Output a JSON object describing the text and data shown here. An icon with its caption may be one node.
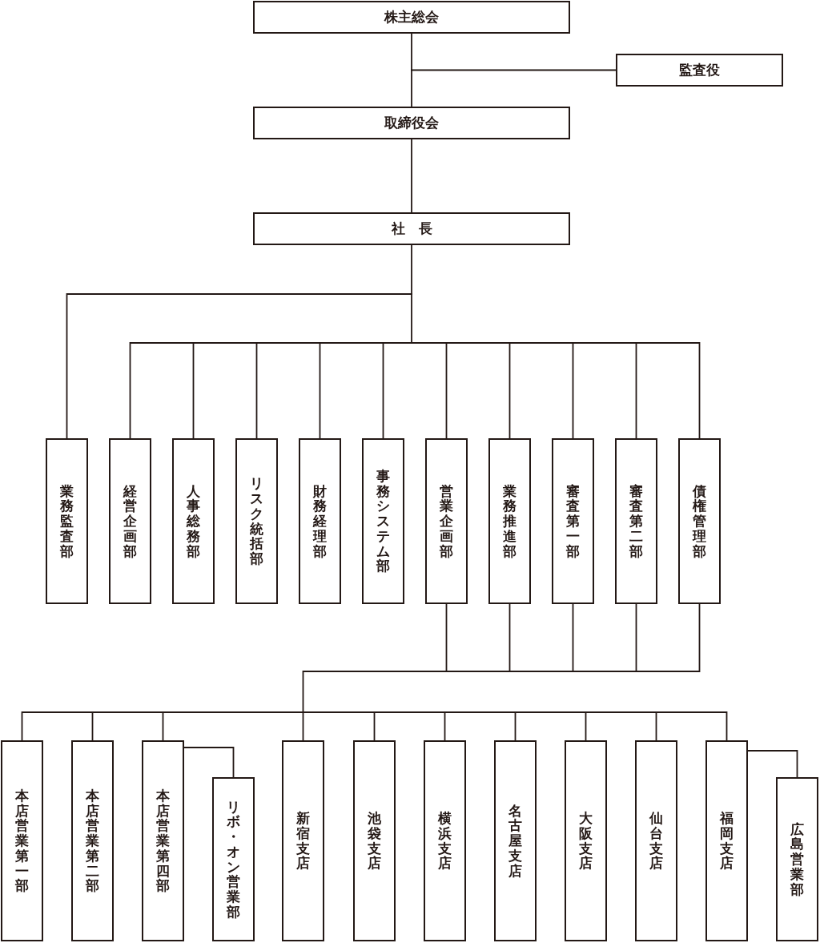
{
  "diagram": {
    "nodes": [
      {
        "text": [
          "株主総会"
        ]
      },
      {
        "text": [
          "監査役"
        ]
      },
      {
        "text": [
          "取締役会"
        ]
      },
      {
        "text": [
          "社　長"
        ]
      },
      {
        "text": [
          "業務監査部"
        ]
      },
      {
        "text": [
          "経営企画部"
        ]
      },
      {
        "text": [
          "人事総務部"
        ]
      },
      {
        "text": [
          "リスク統括部"
        ]
      },
      {
        "text": [
          "財務経理部"
        ]
      },
      {
        "text": [
          "事務システム部"
        ]
      },
      {
        "text": [
          "営業企画部"
        ]
      },
      {
        "text": [
          "業務推進部"
        ]
      },
      {
        "text": [
          "審査第一部"
        ]
      },
      {
        "text": [
          "審査第二部"
        ]
      },
      {
        "text": [
          "債権管理部"
        ]
      },
      {
        "text": [
          "本店営業第一部"
        ]
      },
      {
        "text": [
          "本店営業第二部"
        ]
      },
      {
        "text": [
          "本店営業第四部"
        ]
      },
      {
        "text": [
          "リボ・オン営業部"
        ]
      },
      {
        "text": [
          "新宿支店"
        ]
      },
      {
        "text": [
          "池袋支店"
        ]
      },
      {
        "text": [
          "横浜支店"
        ]
      },
      {
        "text": [
          "名古屋支店"
        ]
      },
      {
        "text": [
          "大阪支店"
        ]
      },
      {
        "text": [
          "仙台支店"
        ]
      },
      {
        "text": [
          "福岡支店"
        ]
      },
      {
        "text": [
          "広島営業部"
        ]
      }
    ],
    "edges": [
      {
        "from": 0,
        "to": 1,
        "arrow": "none"
      },
      {
        "from": 0,
        "to": 2,
        "arrow": "none"
      },
      {
        "from": 2,
        "to": 3,
        "arrow": "none"
      },
      {
        "from": 3,
        "to": 4,
        "arrow": "none"
      },
      {
        "from": 3,
        "to": 5,
        "arrow": "none"
      },
      {
        "from": 3,
        "to": 6,
        "arrow": "none"
      },
      {
        "from": 3,
        "to": 7,
        "arrow": "none"
      },
      {
        "from": 3,
        "to": 8,
        "arrow": "none"
      },
      {
        "from": 3,
        "to": 9,
        "arrow": "none"
      },
      {
        "from": 3,
        "to": 10,
        "arrow": "none"
      },
      {
        "from": 3,
        "to": 11,
        "arrow": "none"
      },
      {
        "from": 3,
        "to": 12,
        "arrow": "none"
      },
      {
        "from": 3,
        "to": 13,
        "arrow": "none"
      },
      {
        "from": 3,
        "to": 14,
        "arrow": "none"
      },
      {
        "from": 10,
        "to": 15,
        "arrow": "none"
      },
      {
        "from": 10,
        "to": 16,
        "arrow": "none"
      },
      {
        "from": 10,
        "to": 17,
        "arrow": "none"
      },
      {
        "from": 10,
        "to": 19,
        "arrow": "none"
      },
      {
        "from": 10,
        "to": 20,
        "arrow": "none"
      },
      {
        "from": 10,
        "to": 21,
        "arrow": "none"
      },
      {
        "from": 10,
        "to": 22,
        "arrow": "none"
      },
      {
        "from": 10,
        "to": 23,
        "arrow": "none"
      },
      {
        "from": 10,
        "to": 24,
        "arrow": "none"
      },
      {
        "from": 10,
        "to": 25,
        "arrow": "none"
      },
      {
        "from": 11,
        "to": 15,
        "arrow": "none"
      },
      {
        "from": 11,
        "to": 16,
        "arrow": "none"
      },
      {
        "from": 11,
        "to": 17,
        "arrow": "none"
      },
      {
        "from": 11,
        "to": 19,
        "arrow": "none"
      },
      {
        "from": 11,
        "to": 20,
        "arrow": "none"
      },
      {
        "from": 11,
        "to": 21,
        "arrow": "none"
      },
      {
        "from": 11,
        "to": 22,
        "arrow": "none"
      },
      {
        "from": 11,
        "to": 23,
        "arrow": "none"
      },
      {
        "from": 11,
        "to": 24,
        "arrow": "none"
      },
      {
        "from": 11,
        "to": 25,
        "arrow": "none"
      },
      {
        "from": 12,
        "to": 15,
        "arrow": "none"
      },
      {
        "from": 12,
        "to": 16,
        "arrow": "none"
      },
      {
        "from": 12,
        "to": 17,
        "arrow": "none"
      },
      {
        "from": 12,
        "to": 19,
        "arrow": "none"
      },
      {
        "from": 12,
        "to": 20,
        "arrow": "none"
      },
      {
        "from": 12,
        "to": 21,
        "arrow": "none"
      },
      {
        "from": 12,
        "to": 22,
        "arrow": "none"
      },
      {
        "from": 12,
        "to": 23,
        "arrow": "none"
      },
      {
        "from": 12,
        "to": 24,
        "arrow": "none"
      },
      {
        "from": 12,
        "to": 25,
        "arrow": "none"
      },
      {
        "from": 13,
        "to": 15,
        "arrow": "none"
      },
      {
        "from": 13,
        "to": 16,
        "arrow": "none"
      },
      {
        "from": 13,
        "to": 17,
        "arrow": "none"
      },
      {
        "from": 13,
        "to": 19,
        "arrow": "none"
      },
      {
        "from": 13,
        "to": 20,
        "arrow": "none"
      },
      {
        "from": 13,
        "to": 21,
        "arrow": "none"
      },
      {
        "from": 13,
        "to": 22,
        "arrow": "none"
      },
      {
        "from": 13,
        "to": 23,
        "arrow": "none"
      },
      {
        "from": 13,
        "to": 24,
        "arrow": "none"
      },
      {
        "from": 13,
        "to": 25,
        "arrow": "none"
      },
      {
        "from": 14,
        "to": 15,
        "arrow": "none"
      },
      {
        "from": 14,
        "to": 16,
        "arrow": "none"
      },
      {
        "from": 14,
        "to": 17,
        "arrow": "none"
      },
      {
        "from": 14,
        "to": 19,
        "arrow": "none"
      },
      {
        "from": 14,
        "to": 20,
        "arrow": "none"
      },
      {
        "from": 14,
        "to": 21,
        "arrow": "none"
      },
      {
        "from": 14,
        "to": 22,
        "arrow": "none"
      },
      {
        "from": 14,
        "to": 23,
        "arrow": "none"
      },
      {
        "from": 14,
        "to": 24,
        "arrow": "none"
      },
      {
        "from": 14,
        "to": 25,
        "arrow": "none"
      },
      {
        "from": 17,
        "to": 18,
        "arrow": "none"
      },
      {
        "from": 25,
        "to": 26,
        "arrow": "none"
      }
    ]
  }
}
